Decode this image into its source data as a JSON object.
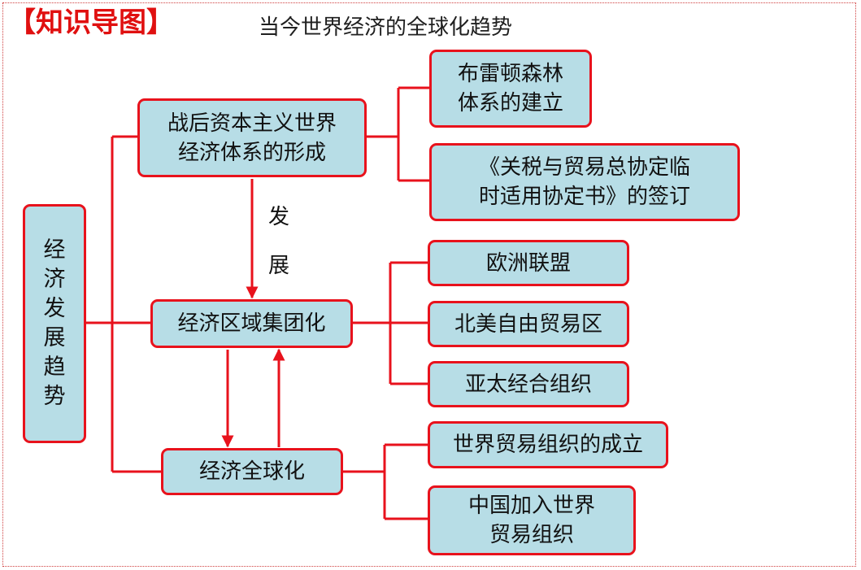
{
  "header": {
    "tag": "【知识导图】",
    "title": "当今世界经济的全球化趋势"
  },
  "root": {
    "label": "经\n济\n发\n展\n趋\n势"
  },
  "branches": {
    "postwar": {
      "label": "战后资本主义世界\n经济体系的形成",
      "children": [
        "布雷顿森林\n体系的建立",
        "《关税与贸易总协定临\n时适用协定书》的签订"
      ]
    },
    "develop_label": "发\n\n展",
    "regional": {
      "label": "经济区域集团化",
      "children": [
        "欧洲联盟",
        "北美自由贸易区",
        "亚太经合组织"
      ]
    },
    "global": {
      "label": "经济全球化",
      "children": [
        "世界贸易组织的成立",
        "中国加入世界\n贸易组织"
      ]
    }
  },
  "colors": {
    "line": "#e8121c",
    "node_fill": "#b7dde6",
    "node_border": "#e8121c",
    "tag": "#e01010"
  }
}
